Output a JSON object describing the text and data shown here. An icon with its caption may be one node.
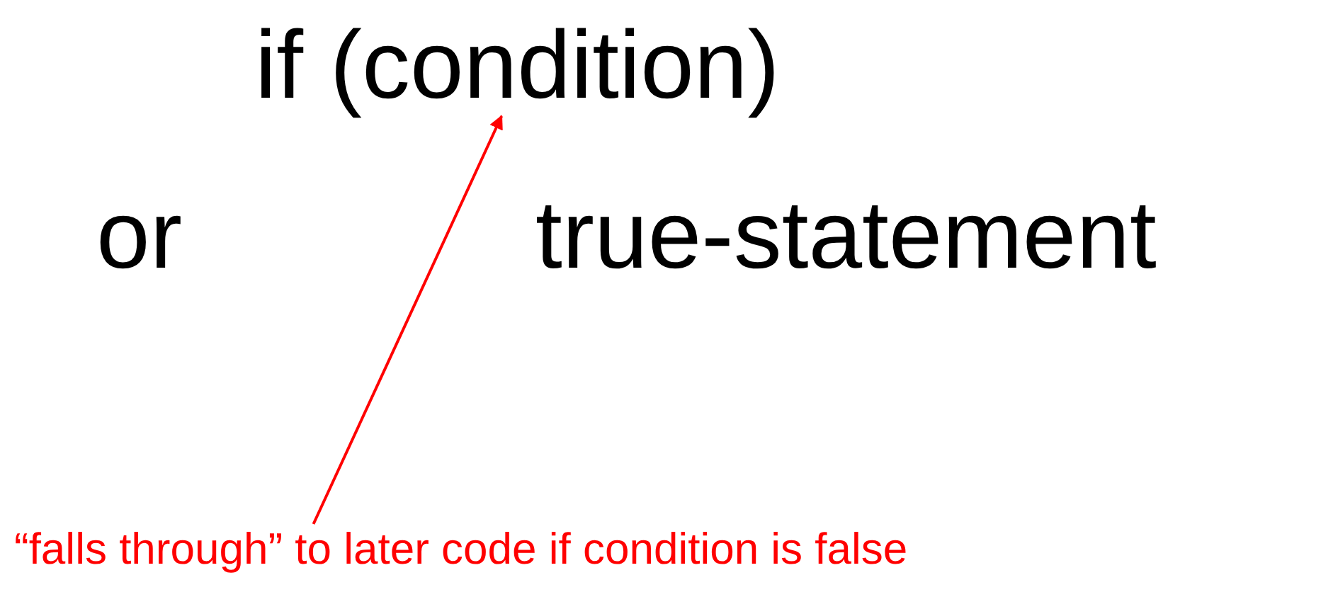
{
  "diagram": {
    "nodes": [
      {
        "text": [
          "if (condition)"
        ]
      },
      {
        "text": [
          "“falls through” to later code if condition is false"
        ]
      }
    ],
    "edges": [
      {
        "from": 1,
        "to": 0,
        "arrow": "to",
        "color": "#ff0000"
      }
    ],
    "labels": [
      "or",
      "true-statement"
    ]
  }
}
